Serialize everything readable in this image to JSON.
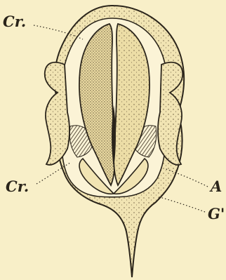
{
  "figure": {
    "labels": {
      "cr": "Cr.",
      "crs": "Cr.",
      "a": "A",
      "g": "G'"
    }
  }
}
